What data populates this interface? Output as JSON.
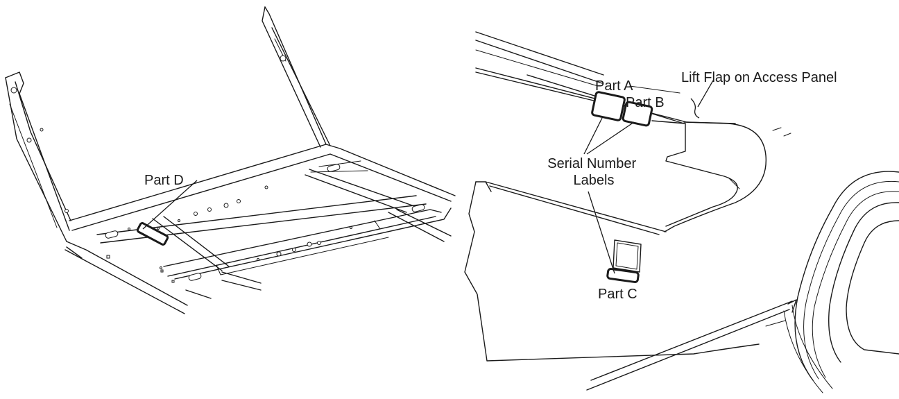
{
  "labels": {
    "part_a": "Part A",
    "part_b": "Part B",
    "part_c": "Part C",
    "part_d": "Part D",
    "lift_flap": "Lift Flap on Access Panel",
    "serial_line1": "Serial Number",
    "serial_line2": "Labels"
  },
  "colors": {
    "line": "#1a1a1a",
    "background": "#ffffff"
  }
}
